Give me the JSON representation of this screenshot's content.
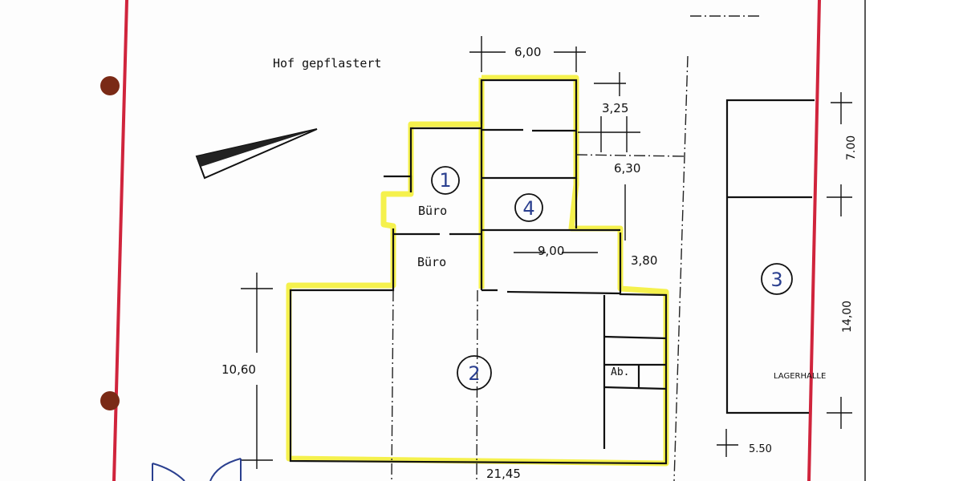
{
  "document": {
    "courtyard_label": "Hof gepflastert",
    "colors": {
      "property_line": "#d0243c",
      "highlight": "#f4f03a",
      "room_marker": "#2a3f8f",
      "punch_hole": "#7a2a16"
    },
    "rooms": [
      {
        "number": "1",
        "label": "Büro"
      },
      {
        "number": "2",
        "label": ""
      },
      {
        "number": "3",
        "label": "LAGERHALLE"
      },
      {
        "number": "4",
        "label": ""
      }
    ],
    "other_labels": {
      "office_lower": "Büro",
      "abort": "Ab."
    },
    "dimensions": {
      "top_width": "6,00",
      "d_325": "3,25",
      "d_630": "6,30",
      "d_900": "9,00",
      "d_380": "3,80",
      "height_left": "10,60",
      "hall_upper": "7.00",
      "hall_lower": "14,00",
      "hall_gap": "5.50",
      "bottom_width": "21,45"
    },
    "north_arrow": "north-arrow-icon"
  }
}
